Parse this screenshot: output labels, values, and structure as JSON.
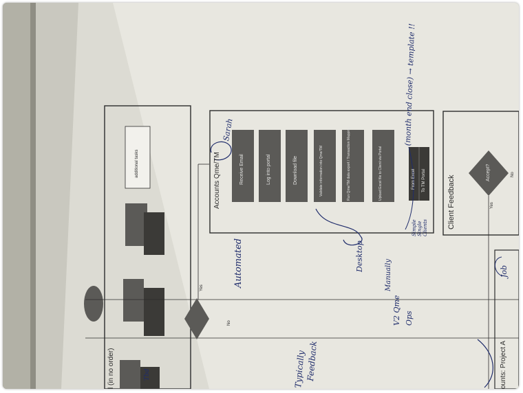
{
  "photo": {
    "subject": "Printed process flow chart lying sideways with handwritten notes",
    "colors": {
      "paper": "#e7e6df",
      "paper_shadow": "#cfcdc4",
      "background_fabric": "#a3a298",
      "ink_printed": "#2c2c2c",
      "box_fill": "#5b5a57",
      "ink_pen": "#1f2c6b"
    }
  },
  "chart_top_panel": {
    "title_fragment": "l (in no order)",
    "note_box_text": "additional tasks"
  },
  "accounts_panel": {
    "title": "Accounts Qme/TM",
    "steps": [
      "Receive Email",
      "Log into portal",
      "Download file",
      "Validate information into Qme/TM",
      "Run Qme/TM data export / Transaction Mapping",
      "Upload Excel file to Client via Portal"
    ],
    "table_rows": [
      "From Excel",
      "To TM Portal"
    ]
  },
  "client_feedback_panel": {
    "title": "Client Feedback",
    "decision_label": "Accept?",
    "yes_label": "Yes",
    "no_label": "No"
  },
  "left_decision": {
    "yes_label": "Yes",
    "no_label": "No"
  },
  "bottom_panel": {
    "title_fragment": "ounts: Project A"
  },
  "handwriting": [
    "Sarah",
    "Automated",
    "Desktop",
    "Typically",
    "Feedback",
    "Manually",
    "V2 Qme",
    "Ops",
    "Job",
    "(month end close) → template !!",
    "Simple",
    "Single",
    "Clients",
    "Tbd"
  ]
}
